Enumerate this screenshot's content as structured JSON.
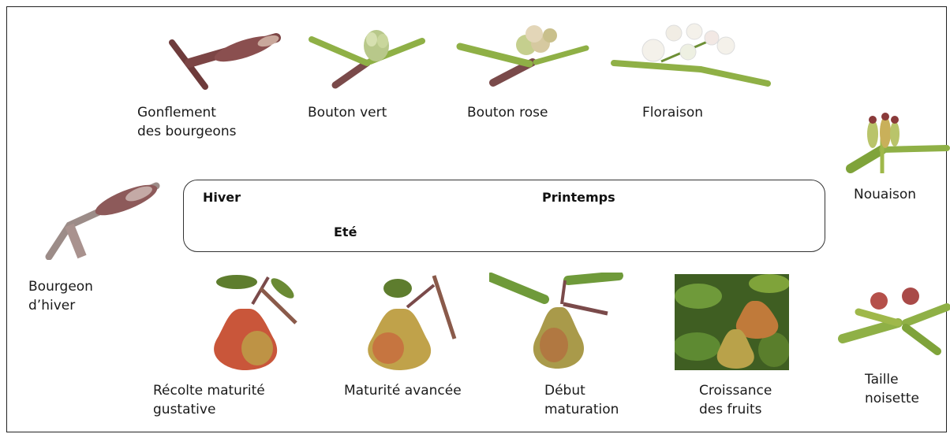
{
  "seasons": {
    "winter": "Hiver",
    "spring": "Printemps",
    "summer": "Eté"
  },
  "stages": {
    "winter_bud": "Bourgeon\nd’hiver",
    "bud_swelling": "Gonflement\ndes bourgeons",
    "green_bud": "Bouton vert",
    "pink_bud": "Bouton rose",
    "flowering": "Floraison",
    "fruit_set": "Nouaison",
    "hazelnut_size": "Taille\nnoisette",
    "fruit_growth": "Croissance\ndes fruits",
    "ripening_start": "Début\nmaturation",
    "advanced_maturity": "Maturité avancée",
    "harvest": "Récolte maturité\ngustative"
  },
  "colors": {
    "branch": "#7a4a4a",
    "leaf": "#7fa33a",
    "pear_green": "#b9a84a",
    "pear_red": "#c9563a",
    "blossom": "#f4f1ea"
  }
}
